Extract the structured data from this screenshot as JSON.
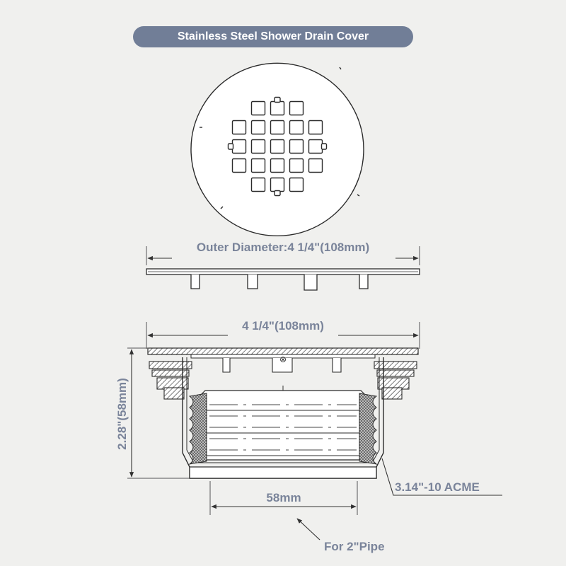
{
  "title": "Stainless Steel Shower Drain Cover",
  "dimensions": {
    "outer_diameter": "Outer Diameter:4 1/4\"(108mm)",
    "body_width": "4 1/4\"(108mm)",
    "height": "2.28\"(58mm)",
    "inner_width": "58mm",
    "thread": "3.14\"-10 ACME",
    "pipe": "For 2\"Pipe"
  },
  "colors": {
    "background": "#f0f0ee",
    "title_pill": "#717e97",
    "label_text": "#7a849a",
    "line": "#2b2b2b"
  }
}
